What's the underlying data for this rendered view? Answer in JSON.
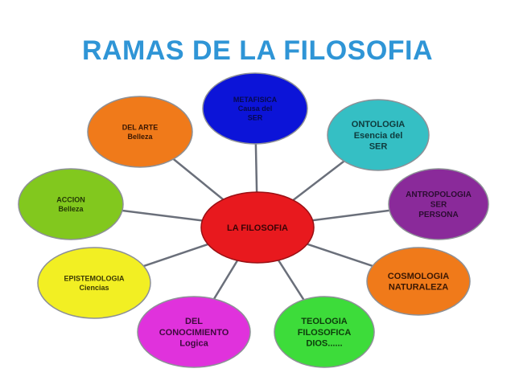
{
  "title": "RAMAS DE LA FILOSOFIA",
  "center": {
    "lines": [
      "LA FILOSOFIA"
    ],
    "color": "#e8191e"
  },
  "branches": [
    {
      "id": "top",
      "lines": [
        "METAFISICA",
        "Causa del",
        "SER"
      ],
      "color": "#0c14d8"
    },
    {
      "id": "ontologia",
      "lines": [
        "ONTOLOGIA",
        "Esencia del",
        "SER"
      ],
      "color": "#35bfc4"
    },
    {
      "id": "antropologia",
      "lines": [
        "ANTROPOLOGIA",
        "SER",
        "PERSONA"
      ],
      "color": "#8a2a9a"
    },
    {
      "id": "cosmologia",
      "lines": [
        "COSMOLOGIA",
        "NATURALEZA"
      ],
      "color": "#f07a1a"
    },
    {
      "id": "teologia",
      "lines": [
        "TEOLOGIA",
        "FILOSOFICA",
        "DIOS......"
      ],
      "color": "#3ddc3a"
    },
    {
      "id": "conocimiento",
      "lines": [
        "DEL",
        "CONOCIMIENTO",
        "Logica"
      ],
      "color": "#e032dc"
    },
    {
      "id": "epistemologia",
      "lines": [
        "EPISTEMOLOGIA",
        "Ciencias"
      ],
      "color": "#f2ef23"
    },
    {
      "id": "accion",
      "lines": [
        "ACCION",
        "Belleza"
      ],
      "color": "#82c81e"
    },
    {
      "id": "arte",
      "lines": [
        "DEL ARTE",
        "Belleza"
      ],
      "color": "#f07a1a"
    }
  ]
}
